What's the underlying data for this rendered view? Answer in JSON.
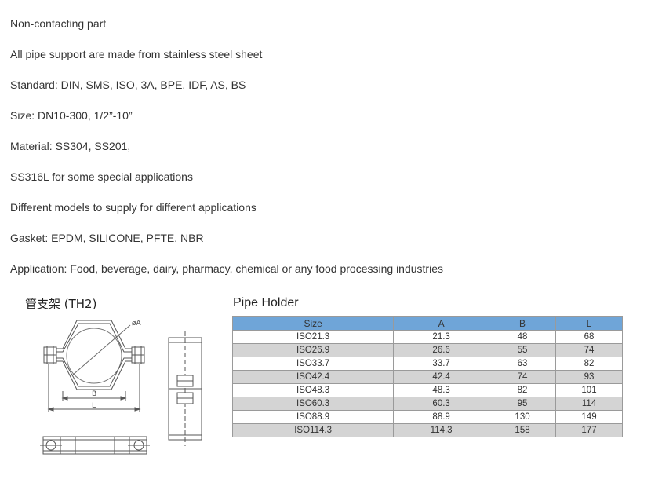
{
  "spec_lines": [
    "Non-contacting part",
    "All pipe support are made from stainless steel sheet",
    "Standard: DIN, SMS, ISO, 3A, BPE, IDF, AS, BS",
    "Size: DN10-300, 1/2”-10”",
    "Material: SS304, SS201,",
    "SS316L for some special applications",
    "Different models to supply for different applications",
    "Gasket: EPDM, SILICONE, PFTE, NBR",
    "Application: Food, beverage, dairy, pharmacy, chemical or any food processing industries"
  ],
  "drawing": {
    "title": "管支架 (TH2)",
    "label_diameter": "øA",
    "label_b": "B",
    "label_l": "L"
  },
  "table": {
    "title": "Pipe Holder",
    "headers": [
      "Size",
      "A",
      "B",
      "L"
    ],
    "rows": [
      [
        "ISO21.3",
        "21.3",
        "48",
        "68"
      ],
      [
        "ISO26.9",
        "26.6",
        "55",
        "74"
      ],
      [
        "ISO33.7",
        "33.7",
        "63",
        "82"
      ],
      [
        "ISO42.4",
        "42.4",
        "74",
        "93"
      ],
      [
        "ISO48.3",
        "48.3",
        "82",
        "101"
      ],
      [
        "ISO60.3",
        "60.3",
        "95",
        "114"
      ],
      [
        "ISO88.9",
        "88.9",
        "130",
        "149"
      ],
      [
        "ISO114.3",
        "114.3",
        "158",
        "177"
      ]
    ]
  },
  "colors": {
    "header_bg": "#6fa5d8",
    "row_alt_bg": "#d4d4d4",
    "text": "#333333"
  }
}
